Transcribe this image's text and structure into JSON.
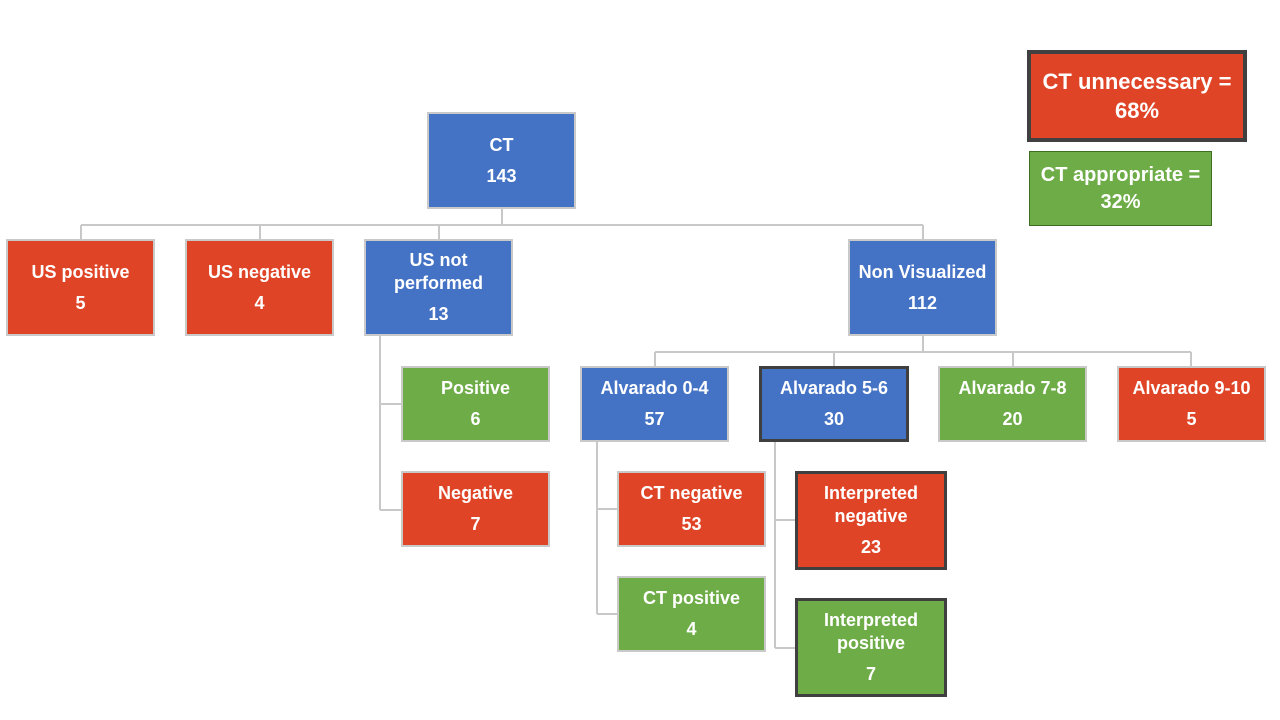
{
  "nodes": {
    "ct": {
      "label": "CT",
      "value": "143"
    },
    "us_positive": {
      "label": "US positive",
      "value": "5"
    },
    "us_negative": {
      "label": "US negative",
      "value": "4"
    },
    "us_not_performed": {
      "label": "US not performed",
      "value": "13"
    },
    "non_visualized": {
      "label": "Non Visualized",
      "value": "112"
    },
    "positive": {
      "label": "Positive",
      "value": "6"
    },
    "negative": {
      "label": "Negative",
      "value": "7"
    },
    "alvarado_0_4": {
      "label": "Alvarado 0-4",
      "value": "57"
    },
    "alvarado_5_6": {
      "label": "Alvarado 5-6",
      "value": "30"
    },
    "alvarado_7_8": {
      "label": "Alvarado 7-8",
      "value": "20"
    },
    "alvarado_9_10": {
      "label": "Alvarado 9-10",
      "value": "5"
    },
    "ct_negative": {
      "label": "CT negative",
      "value": "53"
    },
    "ct_positive": {
      "label": "CT positive",
      "value": "4"
    },
    "interpreted_negative": {
      "label": "Interpreted negative",
      "value": "23"
    },
    "interpreted_positive": {
      "label": "Interpreted positive",
      "value": "7"
    }
  },
  "legend": {
    "unnecessary": "CT unnecessary = 68%",
    "appropriate": "CT appropriate = 32%"
  },
  "colors": {
    "blue": "#4472c4",
    "red": "#e04427",
    "green": "#6eac47",
    "connector": "#c8c8c8",
    "highlight_border": "#3f3f3f"
  }
}
